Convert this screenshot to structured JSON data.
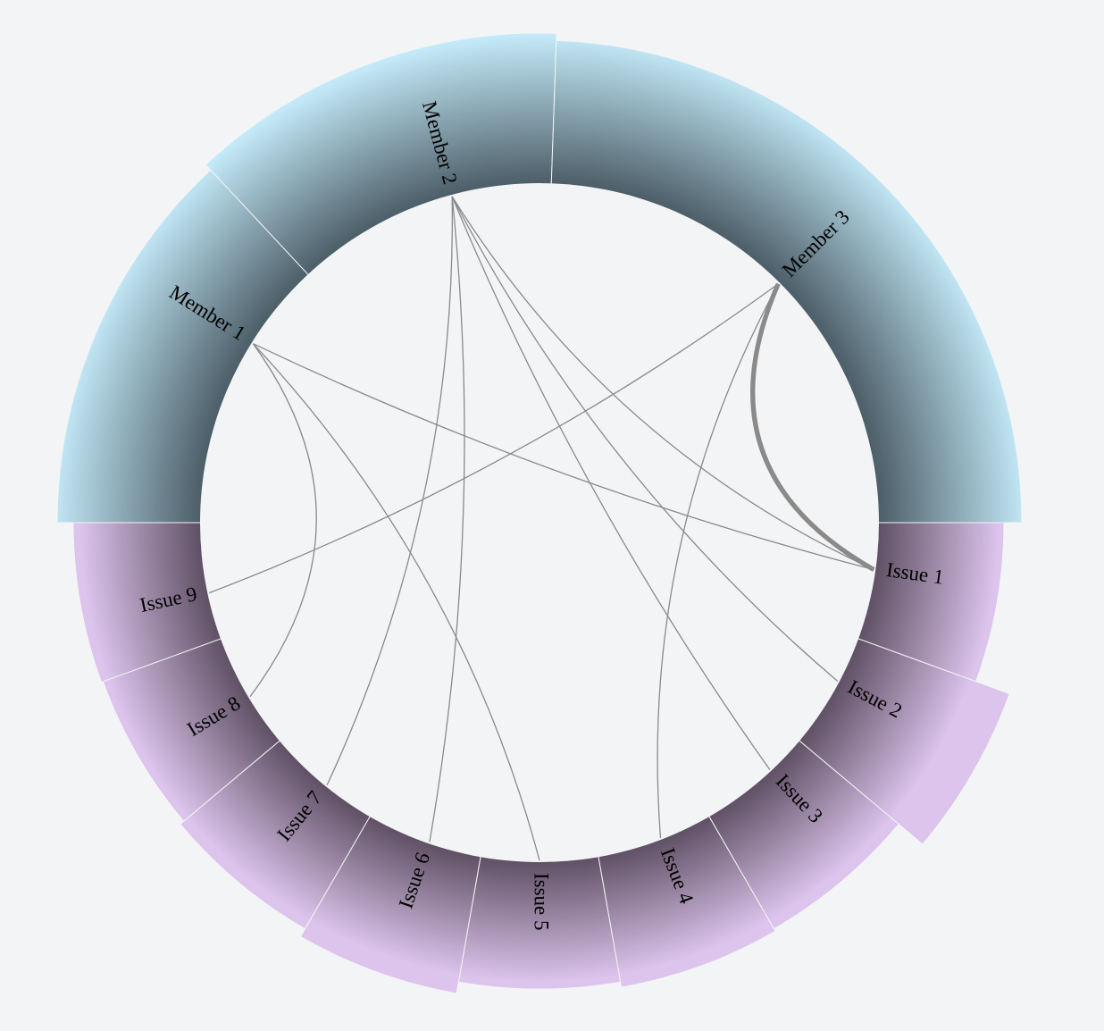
{
  "diagram": {
    "type": "bipartite-chord",
    "colors": {
      "member_outer": "#c6ecfb",
      "member_inner": "#4d5f69",
      "issue_outer": "#dcc4ec",
      "issue_inner": "#5e4f63",
      "link": "#8a8a8a",
      "background": "#f3f4f6"
    },
    "members": [
      {
        "id": "m1",
        "label": "Member 1"
      },
      {
        "id": "m2",
        "label": "Member 2"
      },
      {
        "id": "m3",
        "label": "Member 3"
      }
    ],
    "issues": [
      {
        "id": "i1",
        "label": "Issue 1"
      },
      {
        "id": "i2",
        "label": "Issue 2"
      },
      {
        "id": "i3",
        "label": "Issue 3"
      },
      {
        "id": "i4",
        "label": "Issue 4"
      },
      {
        "id": "i5",
        "label": "Issue 5"
      },
      {
        "id": "i6",
        "label": "Issue 6"
      },
      {
        "id": "i7",
        "label": "Issue 7"
      },
      {
        "id": "i8",
        "label": "Issue 8"
      },
      {
        "id": "i9",
        "label": "Issue 9"
      }
    ],
    "links": [
      {
        "source": "m1",
        "target": "i1",
        "weight": 1
      },
      {
        "source": "m1",
        "target": "i5",
        "weight": 1
      },
      {
        "source": "m1",
        "target": "i8",
        "weight": 1
      },
      {
        "source": "m2",
        "target": "i1",
        "weight": 1
      },
      {
        "source": "m2",
        "target": "i2",
        "weight": 1
      },
      {
        "source": "m2",
        "target": "i3",
        "weight": 1
      },
      {
        "source": "m2",
        "target": "i6",
        "weight": 1
      },
      {
        "source": "m2",
        "target": "i7",
        "weight": 1
      },
      {
        "source": "m3",
        "target": "i1",
        "weight": 4
      },
      {
        "source": "m3",
        "target": "i4",
        "weight": 1
      },
      {
        "source": "m3",
        "target": "i9",
        "weight": 1
      }
    ]
  }
}
